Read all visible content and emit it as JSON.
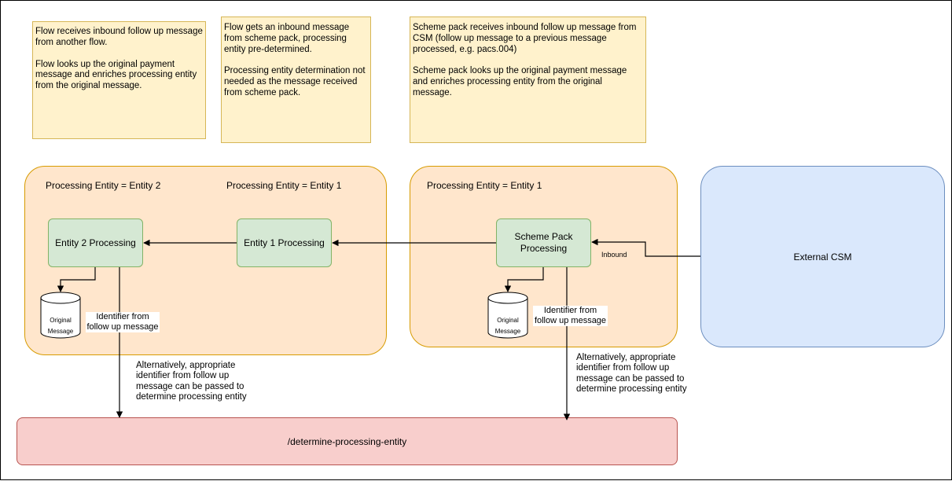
{
  "notes": [
    {
      "line1": "Flow receives inbound follow up message from another flow.",
      "line2": "Flow looks up the original payment message and enriches processing entity from the original message."
    },
    {
      "line1": "Flow gets an inbound message from scheme pack, processing entity pre-determined.",
      "line2": "Processing entity determination not needed as the message received from scheme pack."
    },
    {
      "line1": "Scheme pack receives inbound follow up message from CSM (follow up message to a previous message processed, e.g. pacs.004)",
      "line2": "Scheme pack looks up the original payment message and enriches processing entity from the original message."
    }
  ],
  "zones": {
    "left": {
      "label_entity2": "Processing Entity = Entity 2",
      "label_entity1": "Processing Entity = Entity 1"
    },
    "middle": {
      "label": "Processing Entity = Entity 1"
    }
  },
  "nodes": {
    "entity2_processing": "Entity 2 Processing",
    "entity1_processing": "Entity 1 Processing",
    "scheme_pack_processing": "Scheme Pack Processing",
    "external_csm": "External CSM",
    "determine_processing_entity": "/determine-processing-entity",
    "original_message_db_1": "Original Message",
    "original_message_db_2": "Original Message"
  },
  "edge_labels": {
    "inbound": "Inbound",
    "identifier_left": "Identifier from follow up message",
    "identifier_right": "Identifier from follow up message",
    "alternatively_left": "Alternatively, appropriate identifier from follow up message can be passed to determine processing entity",
    "alternatively_right": "Alternatively, appropriate identifier from follow up message can be passed to determine processing entity"
  },
  "colors": {
    "note_fill": "#fff2cc",
    "note_stroke": "#d6b656",
    "zone_fill": "#ffe6cc",
    "zone_stroke": "#d79b00",
    "process_fill": "#d5e8d4",
    "process_stroke": "#82b366",
    "external_fill": "#dae8fc",
    "external_stroke": "#6c8ebf",
    "api_fill": "#f8cecc",
    "api_stroke": "#b85450"
  }
}
